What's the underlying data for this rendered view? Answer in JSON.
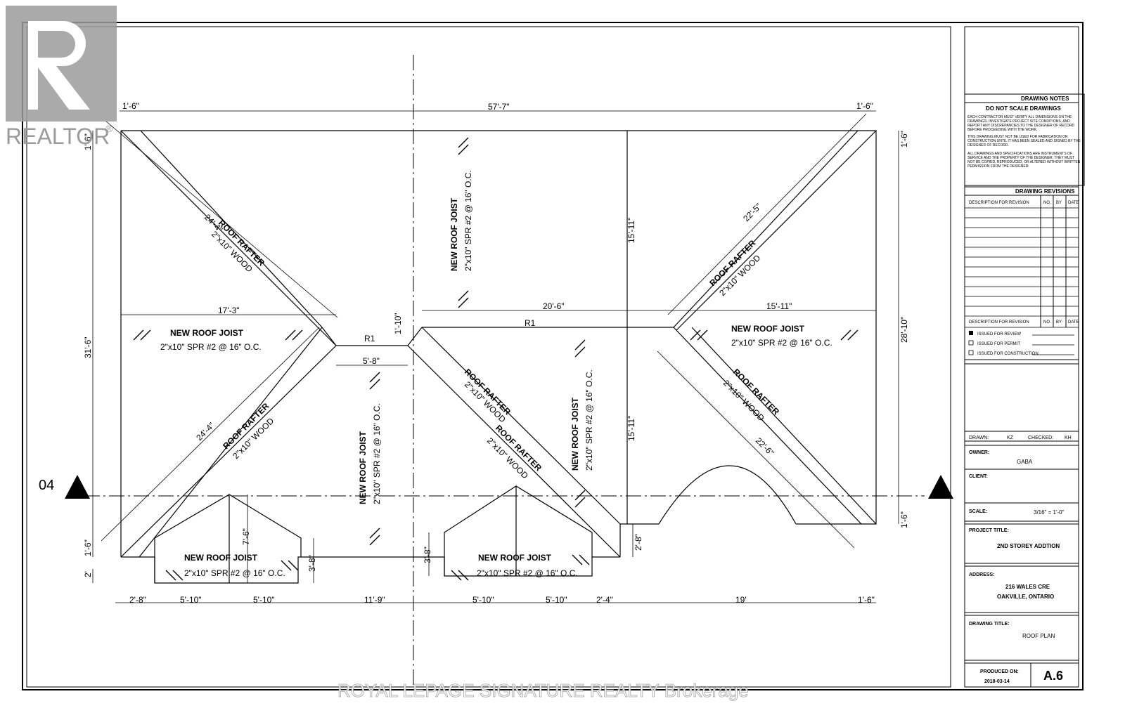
{
  "realtor_logo": {
    "text": "REALTOR",
    "mark": "®"
  },
  "watermark": "ROYAL LEPAGE SIGNATURE REALTY  Brokerage",
  "section_marker": {
    "label": "04"
  },
  "dimensions": {
    "top_overall": "57'-7\"",
    "top_left_overhang": "1'-6\"",
    "top_right_overhang": "1'-6\"",
    "left_overhang_top": "1'-6\"",
    "left_overall": "31'-6\"",
    "left_overhang_bottom": "1'-6\"",
    "left_step": "2'",
    "right_overhang_top": "1'-6\"",
    "right_overall": "28'-10\"",
    "right_overhang_bottom": "1'-6\"",
    "rafter_tl": "24'-4\"",
    "rafter_bl": "24'-4\"",
    "rafter_tr": "22'-5\"",
    "rafter_br": "22'-6\"",
    "span_left": "17'-3\"",
    "span_mid": "20'-6\"",
    "span_right": "15'-11\"",
    "ridge_short": "5'-8\"",
    "ridge_offset": "1'-10\"",
    "height_upper": "15'-11\"",
    "height_lower": "15'-11\"",
    "gable1_height": "7'-6\"",
    "gable_side_left": "3'-8\"",
    "gable_side_mid": "3'-8\"",
    "step_right": "2'-8\"",
    "bottom": [
      "2'-8\"",
      "5'-10\"",
      "5'-10\"",
      "11'-9\"",
      "5'-10\"",
      "5'-10\"",
      "2'-4\"",
      "19'",
      "1'-6\""
    ]
  },
  "labels": {
    "ridge_left": "R1",
    "ridge_mid": "R1",
    "roof_rafter": "ROOF RAFTER",
    "wood_2x10": "2\"x10\" WOOD",
    "new_roof_joist": "NEW ROOF JOIST",
    "joist_spec": "2\"x10\" SPR #2 @ 16\" O.C."
  },
  "title_block": {
    "drawing_notes": {
      "heading": "DRAWING NOTES",
      "subheading": "DO NOT SCALE DRAWINGS",
      "para1": [
        "EACH CONTRACTOR MUST VERIFY ALL DIMENSIONS ON THE",
        "DRAWINGS, INVESTIGATE PROJECT SITE CONDITIONS, AND",
        "REPORT ANY DISCREPANCIES TO THE DESIGNER OF RECORD",
        "BEFORE PROCEEDING WITH THE WORK."
      ],
      "para2": [
        "THIS DRAWING MUST NOT BE USED FOR FABRICATION OR",
        "CONSTRUCTION UNTIL IT HAS BEEN SEALED AND SIGNED BY THE",
        "DESIGNER OF RECORD."
      ],
      "para3": [
        "ALL DRAWINGS AND SPECIFICATIONS ARE INSTRUMENTS OF",
        "SERVICE AND THE PROPERTY OF THE DESIGNER. THEY MUST",
        "NOT BE COPIED, REPRODUCED, OR ALTERED WITHOUT WRITTEN",
        "PERMISSION FROM THE DESIGNER."
      ]
    },
    "revisions": {
      "heading": "DRAWING REVISIONS",
      "col_desc": "DESCRIPTION FOR REVISION",
      "col_no": "NO.",
      "col_by": "BY",
      "col_date": "DATE"
    },
    "issued": [
      "ISSUED FOR REVIEW",
      "ISSUED FOR PERMIT",
      "ISSUED FOR CONSTRUCTION"
    ],
    "drawn_label": "DRAWN:",
    "drawn_value": "KZ",
    "checked_label": "CHECKED:",
    "checked_value": "KH",
    "owner_label": "OWNER:",
    "owner_value": "GABA",
    "client_label": "CLIENT:",
    "scale_label": "SCALE:",
    "scale_value": "3/16\" =    1'-0\"",
    "project_title_label": "PROJECT TITLE:",
    "project_title_value": "2ND STOREY ADDTION",
    "address_label": "ADDRESS:",
    "address_line1": "216 WALES CRE",
    "address_line2": "OAKVILLE, ONTARIO",
    "drawing_title_label": "DRAWING TITLE:",
    "drawing_title_value": "ROOF PLAN",
    "produced_label": "PRODUCED ON:",
    "produced_value": "2018-03-14",
    "sheet_number": "A.6"
  }
}
